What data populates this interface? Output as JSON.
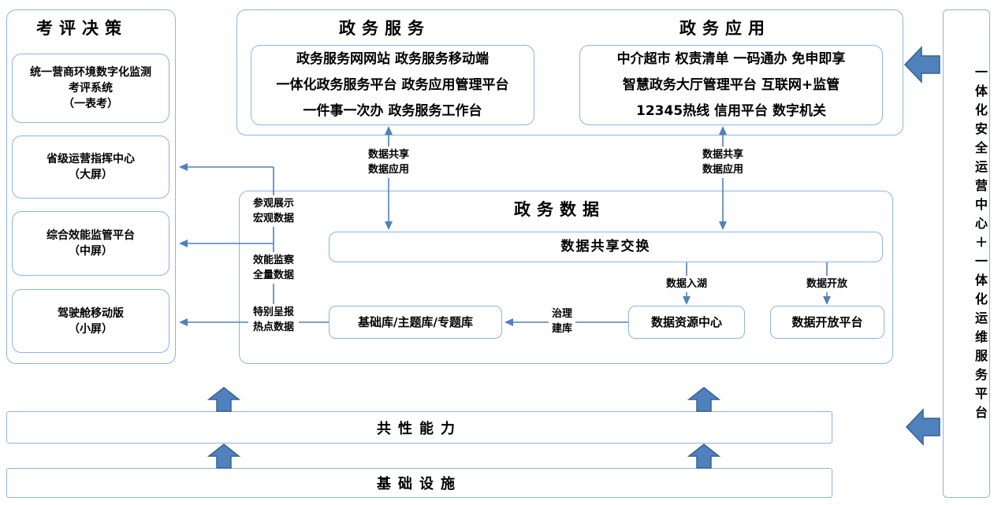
{
  "left_panel": {
    "title": "考评决策",
    "boxes": [
      {
        "lines": [
          "统一营商环境数字化监测",
          "考评系统",
          "（一表考）"
        ]
      },
      {
        "lines": [
          "省级运营指挥中心",
          "（大屏）"
        ]
      },
      {
        "lines": [
          "综合效能监管平台",
          "（中屏）"
        ]
      },
      {
        "lines": [
          "驾驶舱移动版",
          "（小屏）"
        ]
      }
    ]
  },
  "top_panel": {
    "service": {
      "title": "政务服务",
      "lines": [
        "政务服务网网站 政务服务移动端",
        "一体化政务服务平台 政务应用管理平台",
        "一件事一次办 政务服务工作台"
      ]
    },
    "application": {
      "title": "政务应用",
      "lines": [
        "中介超市 权责清单 一码通办 免申即享",
        "智慧政务大厅管理平台 互联网+监管",
        "12345热线 信用平台 数字机关"
      ]
    }
  },
  "data_panel": {
    "title": "政务数据",
    "exchange_bar": "数据共享交换",
    "base_db_box": "基础库/主题库/专题库",
    "resource_center_box": "数据资源中心",
    "open_platform_box": "数据开放平台"
  },
  "flow_labels": {
    "share_left": [
      "数据共享",
      "数据应用"
    ],
    "share_right": [
      "数据共享",
      "数据应用"
    ],
    "visit": [
      "参观展示",
      "宏观数据"
    ],
    "efficiency": [
      "效能监察",
      "全量数据"
    ],
    "special": [
      "特别呈报",
      "热点数据"
    ],
    "lake": "数据入湖",
    "open": "数据开放",
    "govern": [
      "治理",
      "建库"
    ]
  },
  "bottom": {
    "common_bar": "共性能力",
    "infra_bar": "基础设施"
  },
  "right_panel": {
    "text": "一体化安全运营中心＋一体化运维服务平台"
  },
  "colors": {
    "box_border": "#8eb4e3",
    "line": "#4f81bd",
    "block_arrow_fill": "#4f81bd",
    "block_arrow_border": "#38618f",
    "text": "#000000"
  }
}
